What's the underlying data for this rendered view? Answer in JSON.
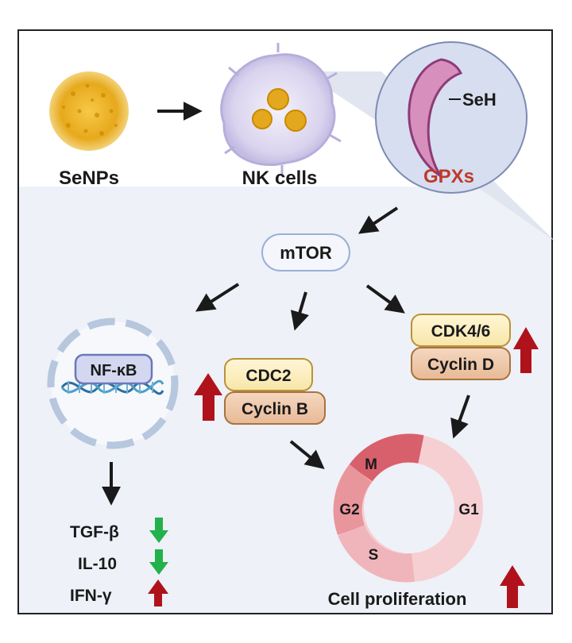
{
  "top": {
    "senps_label": "SeNPs",
    "nk_label": "NK cells",
    "seh_label": "SeH",
    "gpx_label": "GPXs"
  },
  "pathway": {
    "mtor": "mTOR",
    "nfkb": "NF-κB",
    "cdc2": "CDC2",
    "cyclin_b": "Cyclin B",
    "cdk46": "CDK4/6",
    "cyclin_d": "Cyclin D"
  },
  "cytokines": [
    {
      "label": "TGF-β",
      "direction": "down",
      "color": "#22b14c"
    },
    {
      "label": "IL-10",
      "direction": "down",
      "color": "#22b14c"
    },
    {
      "label": "IFN-γ",
      "direction": "up",
      "color": "#c00000"
    }
  ],
  "cell_cycle": {
    "m": "M",
    "g2": "G2",
    "g1": "G1",
    "s": "S",
    "proliferation": "Cell proliferation"
  },
  "colors": {
    "up_arrow": "#b0121b",
    "down_arrow": "#22b14c",
    "gpx_text": "#c0392b",
    "panel_bg": "#eef1f7"
  }
}
